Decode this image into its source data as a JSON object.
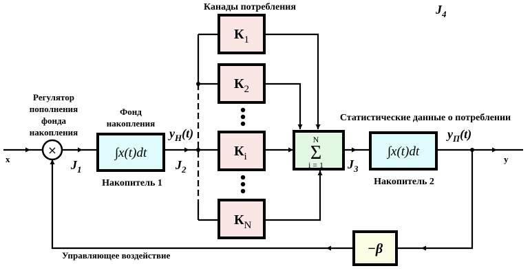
{
  "title": "Канады потребления",
  "labels": {
    "regulator": [
      "Регулятор",
      "пополнения",
      "фонда",
      "накопления"
    ],
    "fund": [
      "Фонд",
      "накопления"
    ],
    "stats": "Статистические данные о потреблении",
    "control": "Управляющее воздействие",
    "input": "x",
    "output": "y"
  },
  "blocks": {
    "accumulator1": {
      "formula": "∫x(t)dt",
      "caption": "Накопитель 1"
    },
    "accumulator2": {
      "formula": "∫x(t)dt",
      "caption": "Накопитель 2"
    },
    "summator": {
      "symbol": "Σ",
      "top": "N",
      "bottom": "i = 1"
    },
    "feedback": {
      "symbol": "−β"
    },
    "multiplier": {
      "symbol": "×"
    }
  },
  "channels": [
    {
      "name": "К",
      "sub": "1"
    },
    {
      "name": "К",
      "sub": "2"
    },
    {
      "name": "К",
      "sub": "i"
    },
    {
      "name": "К",
      "sub": "N"
    }
  ],
  "signals": {
    "j1": {
      "name": "J",
      "sub": "1"
    },
    "j2": {
      "name": "J",
      "sub": "2"
    },
    "j3": {
      "name": "J",
      "sub": "3"
    },
    "j4": {
      "name": "J",
      "sub": "4"
    },
    "yh": {
      "name": "y",
      "sub": "H",
      "arg": "(t)"
    },
    "yp": {
      "name": "y",
      "sub": "П",
      "arg": "(t)"
    }
  },
  "colors": {
    "accumulator_fill": "#e0fbfb",
    "channel_fill": "#fbe6e6",
    "summator_fill": "#e3f8e3",
    "feedback_fill": "#fdfde6"
  }
}
